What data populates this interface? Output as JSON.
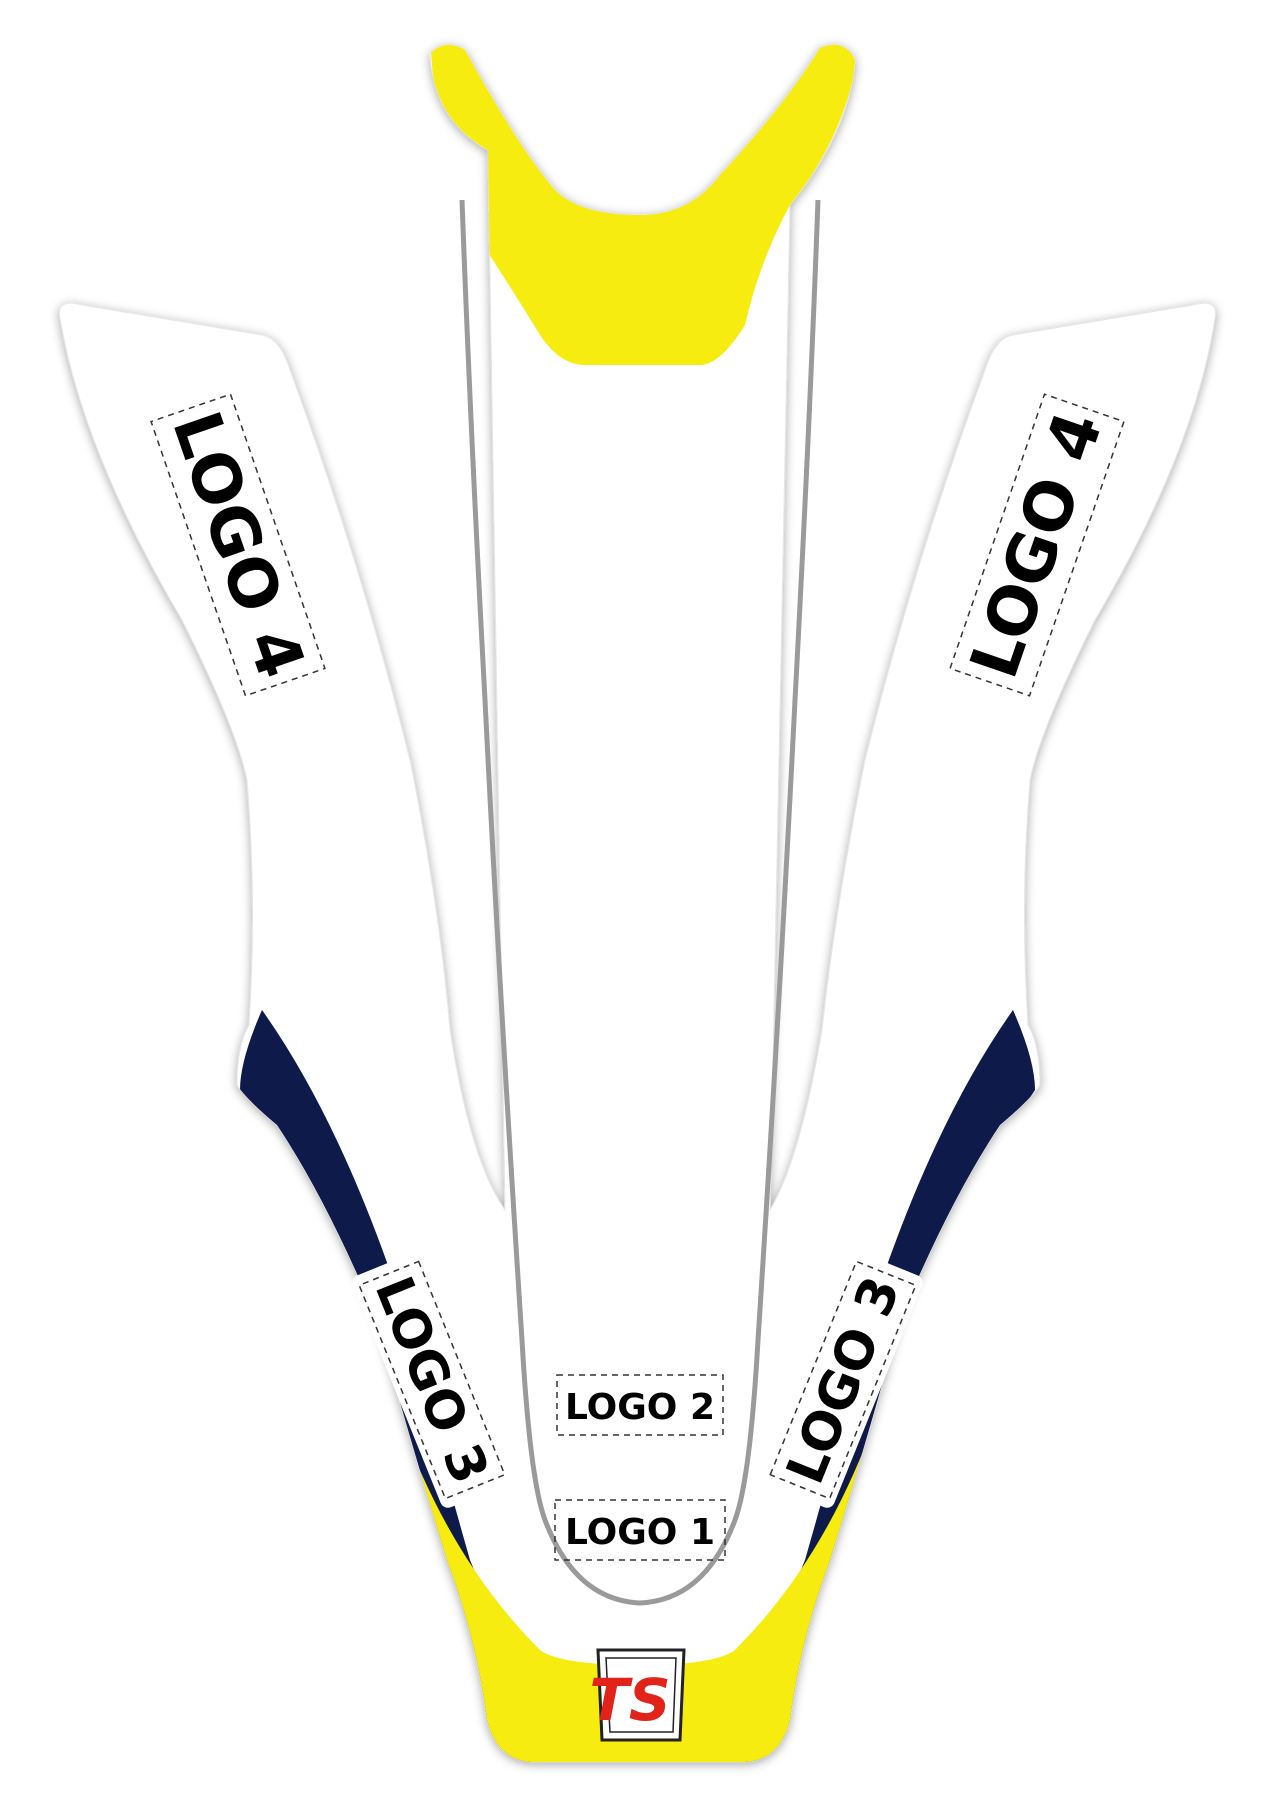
{
  "logos": {
    "logo1": "LOGO 1",
    "logo2": "LOGO 2",
    "logo3_left": "LOGO 3",
    "logo3_right": "LOGO 3",
    "logo4_left": "LOGO 4",
    "logo4_right": "LOGO 4"
  },
  "brand": {
    "mark": "TS"
  },
  "colors": {
    "yellow": "#f6ec0f",
    "navy": "#0d1a4a",
    "white": "#ffffff",
    "gray": "#9a9a9a",
    "red": "#e2231a"
  }
}
